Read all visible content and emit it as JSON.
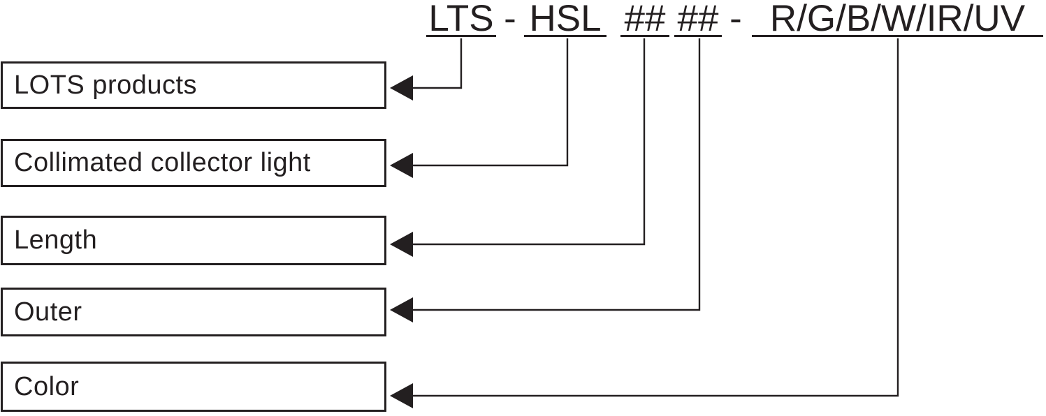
{
  "diagram": {
    "description": "Part number ordering code diagram",
    "code": {
      "full": "LTS - HSL ## ## - R/G/B/W/IR/UV",
      "product_prefix": "LTS",
      "separator1": "-",
      "series": "HSL",
      "length_placeholder": "##",
      "outer_placeholder": "##",
      "separator2": "-",
      "color_options": "R/G/B/W/IR/UV"
    },
    "labels": [
      {
        "label": "LOTS products"
      },
      {
        "label": "Collimated collector light"
      },
      {
        "label": "Length"
      },
      {
        "label": "Outer"
      },
      {
        "label": "Color"
      }
    ],
    "colors": {
      "ink": "#231f20",
      "background": "#ffffff"
    }
  }
}
